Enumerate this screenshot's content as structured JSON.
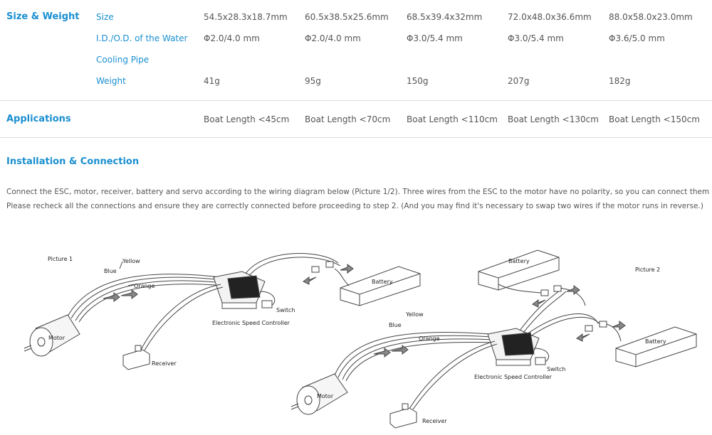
{
  "size_weight": {
    "title": "Size & Weight",
    "rows": [
      {
        "label": "Size",
        "values": [
          "54.5x28.3x18.7mm",
          "60.5x38.5x25.6mm",
          "68.5x39.4x32mm",
          "72.0x48.0x36.6mm",
          "88.0x58.0x23.0mm"
        ]
      },
      {
        "label": "I.D./O.D. of the Water",
        "values": [
          "Φ2.0/4.0 mm",
          "Φ2.0/4.0 mm",
          "Φ3.0/5.4 mm",
          "Φ3.0/5.4 mm",
          "Φ3.6/5.0 mm"
        ]
      },
      {
        "label": "Cooling Pipe",
        "values": []
      },
      {
        "label": "Weight",
        "values": [
          "41g",
          "95g",
          "150g",
          "207g",
          "182g"
        ]
      }
    ]
  },
  "applications": {
    "title": "Applications",
    "values": [
      "Boat Length <45cm",
      "Boat Length <70cm",
      "Boat Length <110cm",
      "Boat Length <130cm",
      "Boat Length <150cm"
    ]
  },
  "installation": {
    "title": "Installation & Connection",
    "line1": "Connect the ESC, motor, receiver, battery and servo according to the wiring diagram below (Picture 1/2). Three wires from the ESC to the motor have no polarity, so you can connect them freely.",
    "line2": "Please recheck all the connections and ensure they are correctly connected before proceeding to step 2. (And you may find it's necessary to swap two wires if the motor runs in reverse.)"
  },
  "picture1": {
    "title": "Picture 1",
    "yellow": "Yellow",
    "blue": "Blue",
    "orange": "Orange",
    "motor": "Motor",
    "esc": "Electronic Speed Controller",
    "switch": "Switch",
    "receiver": "Receiver",
    "battery": "Battery"
  },
  "picture2": {
    "title": "Picture 2",
    "yellow": "Yellow",
    "blue": "Blue",
    "orange": "Orange",
    "motor": "Motor",
    "esc": "Electronic Speed Controller",
    "switch": "Switch",
    "receiver": "Receiver",
    "battery_top": "Battery",
    "battery_right": "Battery"
  }
}
